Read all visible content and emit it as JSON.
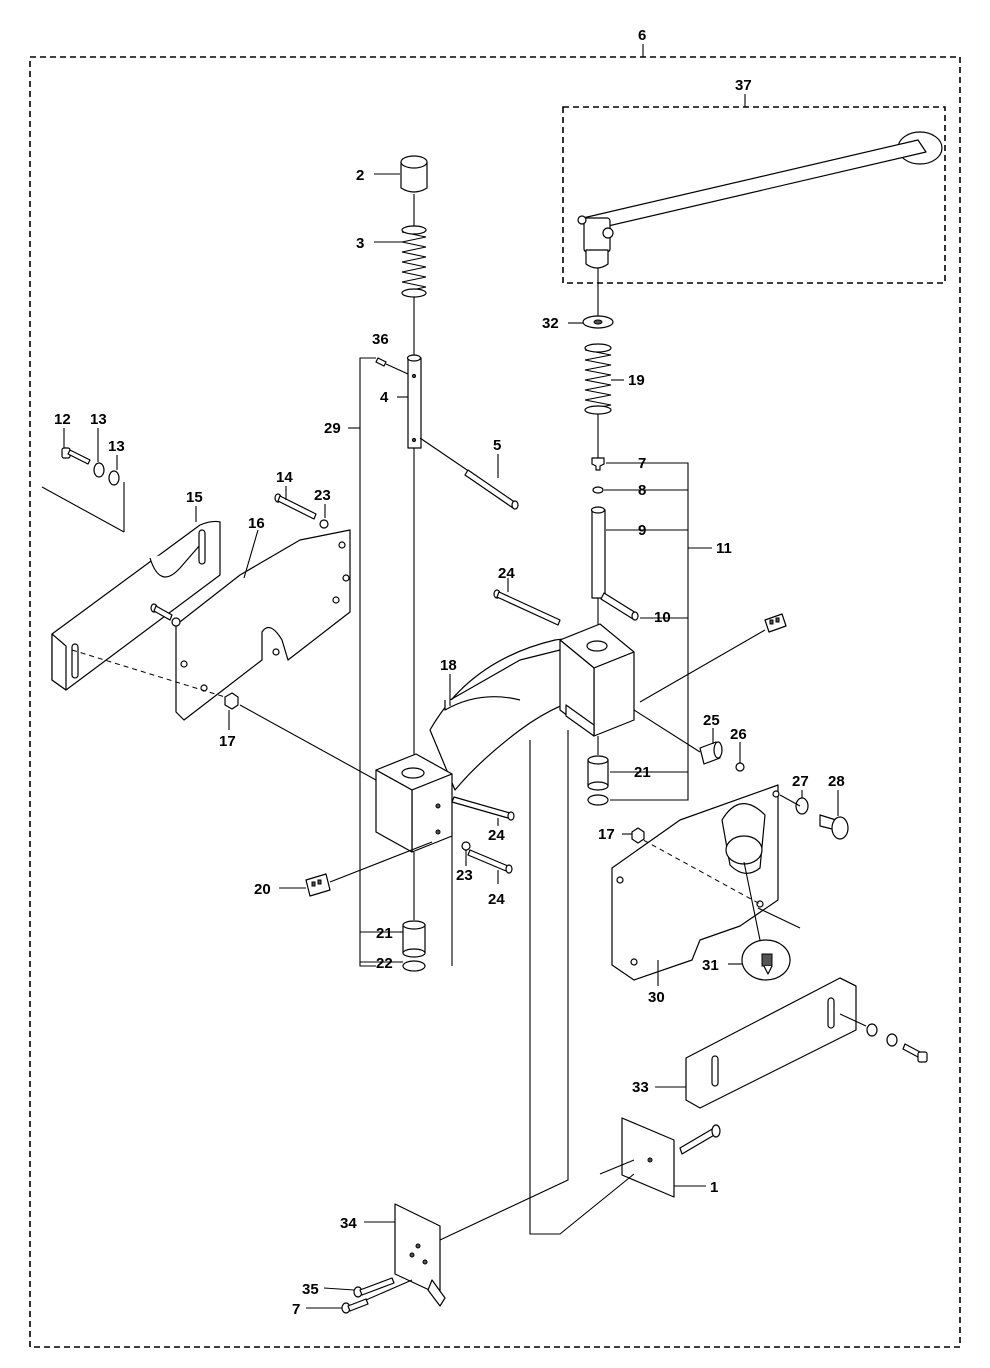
{
  "labels": [
    "1",
    "2",
    "3",
    "4",
    "5",
    "6",
    "7",
    "8",
    "9",
    "10",
    "11",
    "12",
    "13",
    "14",
    "15",
    "16",
    "17",
    "18",
    "19",
    "20",
    "21",
    "22",
    "23",
    "24",
    "25",
    "26",
    "27",
    "28",
    "29",
    "30",
    "31",
    "32",
    "33",
    "34",
    "35",
    "36",
    "37"
  ]
}
